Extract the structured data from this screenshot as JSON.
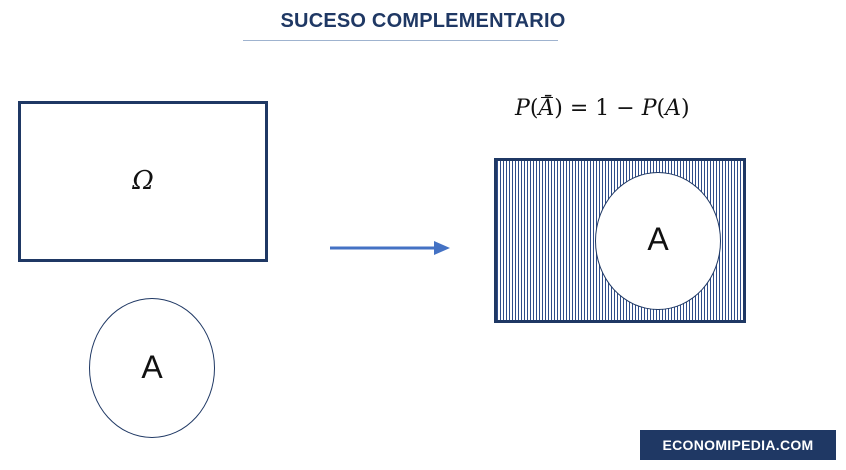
{
  "title": "SUCESO COMPLEMENTARIO",
  "sample_space": {
    "symbol": "Ω"
  },
  "event": {
    "label": "A"
  },
  "formula": {
    "p": "P",
    "open": "(",
    "abar": "Ā",
    "close": ")",
    "eq": " = 1 − ",
    "p2": "P",
    "open2": "(",
    "a2": "A",
    "close2": ")"
  },
  "complement_event": {
    "label": "A"
  },
  "brand": "ECONOMIPEDIA.COM",
  "colors": {
    "navy": "#1f3864",
    "arrow": "#4472c4",
    "hatch": "#2f4d8a"
  },
  "icons": {
    "arrow": "right-arrow-icon"
  }
}
